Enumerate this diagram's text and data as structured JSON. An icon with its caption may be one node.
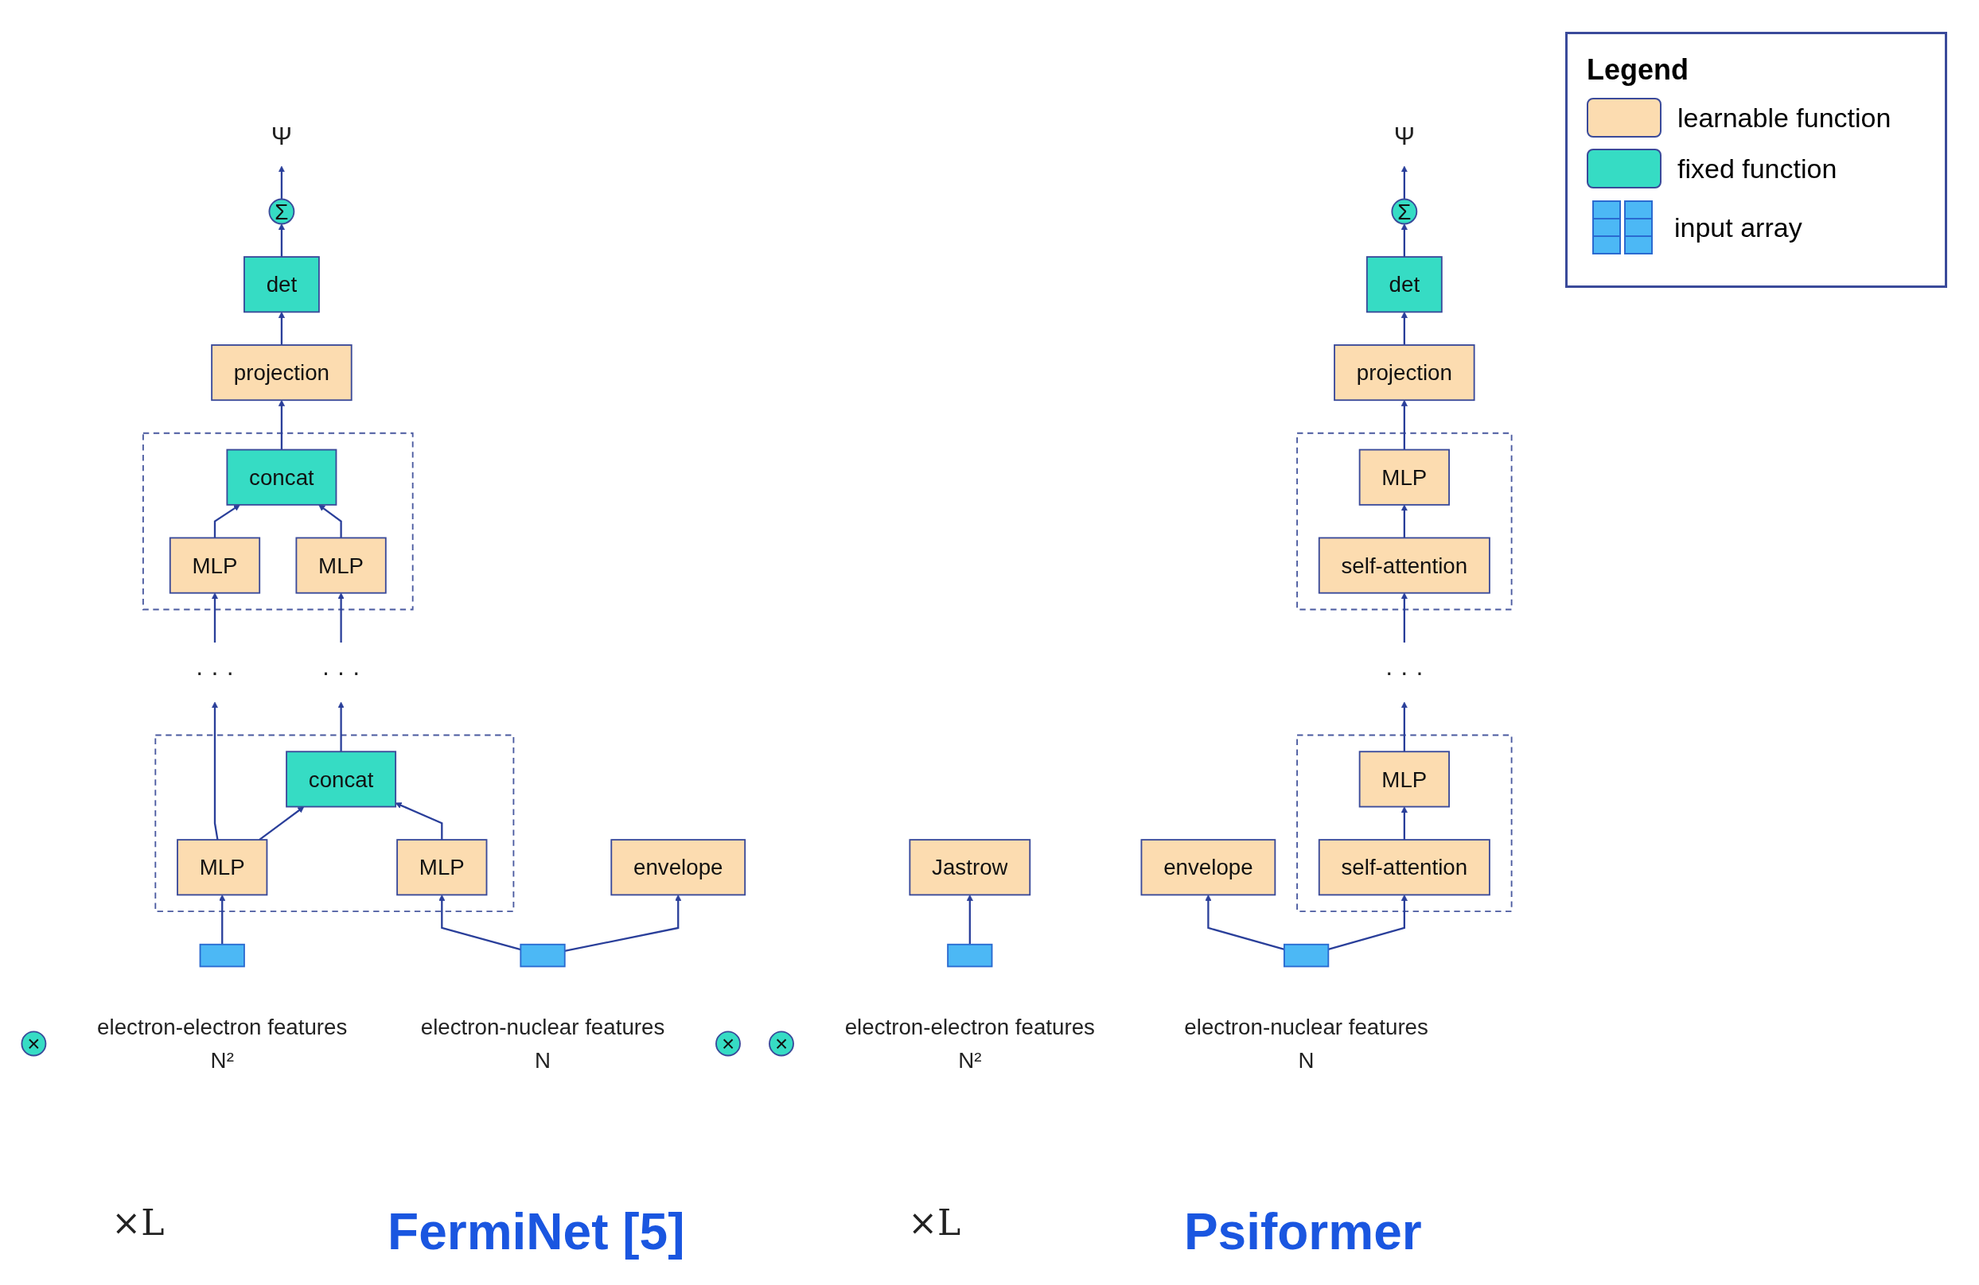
{
  "diagram": {
    "nodes": [
      {
        "text": [
          "Ψ"
        ]
      },
      {
        "text": [
          "Σ"
        ]
      },
      {
        "text": [
          "det"
        ]
      },
      {
        "text": [
          "envelope"
        ]
      },
      {
        "text": [
          "×"
        ]
      },
      {
        "text": [
          "projection"
        ]
      },
      {
        "text": [],
        "shape": "box"
      },
      {
        "text": [
          "concat"
        ],
        "in": 6
      },
      {
        "text": [
          "MLP"
        ],
        "in": 6
      },
      {
        "text": [
          "MLP"
        ],
        "in": 6
      },
      {
        "text": [
          "· · ·"
        ]
      },
      {
        "text": [
          "· · ·"
        ]
      },
      {
        "text": [],
        "shape": "box"
      },
      {
        "text": [
          "concat"
        ],
        "in": 12
      },
      {
        "text": [
          "MLP"
        ],
        "in": 12
      },
      {
        "text": [
          "MLP"
        ],
        "in": 12
      },
      {
        "text": [],
        "shape": "box",
        "beside": [
          "electron-nuclear features",
          "N"
        ]
      },
      {
        "text": [],
        "shape": "box",
        "beside": [
          "electron-electron features",
          "N²"
        ]
      },
      {
        "text": [
          "Ψ"
        ]
      },
      {
        "text": [
          "Σ"
        ]
      },
      {
        "text": [
          "det"
        ]
      },
      {
        "text": [
          "×"
        ]
      },
      {
        "text": [
          "Jastrow"
        ]
      },
      {
        "text": [
          "envelope"
        ]
      },
      {
        "text": [
          "×"
        ]
      },
      {
        "text": [
          "projection"
        ]
      },
      {
        "text": [],
        "shape": "box"
      },
      {
        "text": [
          "MLP"
        ],
        "in": 26
      },
      {
        "text": [
          "self-attention"
        ],
        "in": 26
      },
      {
        "text": [
          "· · ·"
        ]
      },
      {
        "text": [],
        "shape": "box"
      },
      {
        "text": [
          "MLP"
        ],
        "in": 30
      },
      {
        "text": [
          "self-attention"
        ],
        "in": 30
      },
      {
        "text": [],
        "shape": "box",
        "beside": [
          "electron-nuclear features",
          "N"
        ]
      },
      {
        "text": [],
        "shape": "box",
        "beside": [
          "electron-electron features",
          "N²"
        ]
      }
    ],
    "edges": [
      {
        "from": 1,
        "to": 0,
        "arrow": "to"
      },
      {
        "from": 2,
        "to": 1,
        "arrow": "to"
      },
      {
        "from": 5,
        "to": 2,
        "arrow": "to"
      },
      {
        "from": 7,
        "to": 5,
        "arrow": "to"
      },
      {
        "from": 8,
        "to": 7,
        "arrow": "to"
      },
      {
        "from": 9,
        "to": 7,
        "arrow": "to"
      },
      {
        "from": 10,
        "to": 8,
        "arrow": "to"
      },
      {
        "from": 11,
        "to": 9,
        "arrow": "to"
      },
      {
        "from": 13,
        "to": 10,
        "arrow": "to"
      },
      {
        "from": 15,
        "to": 11,
        "arrow": "to"
      },
      {
        "from": 14,
        "to": 13,
        "arrow": "to"
      },
      {
        "from": 15,
        "to": 13,
        "arrow": "to"
      },
      {
        "from": 16,
        "to": 14,
        "arrow": "to"
      },
      {
        "from": 17,
        "to": 15,
        "arrow": "to"
      },
      {
        "from": 16,
        "to": 3,
        "arrow": "to"
      },
      {
        "from": 19,
        "to": 18,
        "arrow": "to"
      },
      {
        "from": 20,
        "to": 19,
        "arrow": "to"
      },
      {
        "from": 25,
        "to": 20,
        "arrow": "to"
      },
      {
        "from": 27,
        "to": 25,
        "arrow": "to"
      },
      {
        "from": 28,
        "to": 27,
        "arrow": "to"
      },
      {
        "from": 29,
        "to": 28,
        "arrow": "to"
      },
      {
        "from": 31,
        "to": 29,
        "arrow": "to"
      },
      {
        "from": 32,
        "to": 31,
        "arrow": "to"
      },
      {
        "from": 33,
        "to": 32,
        "arrow": "to"
      },
      {
        "from": 33,
        "to": 23,
        "arrow": "to"
      },
      {
        "from": 34,
        "to": 22,
        "arrow": "to"
      }
    ],
    "labels": [
      "Legend",
      "×L",
      "FermiNet [5]",
      "×L",
      "Psiformer"
    ],
    "legend": [
      {
        "text": "learnable function",
        "color": "#fcdcb0"
      },
      {
        "text": "fixed function",
        "color": "#36dcc4"
      },
      {
        "text": "input array"
      }
    ]
  }
}
